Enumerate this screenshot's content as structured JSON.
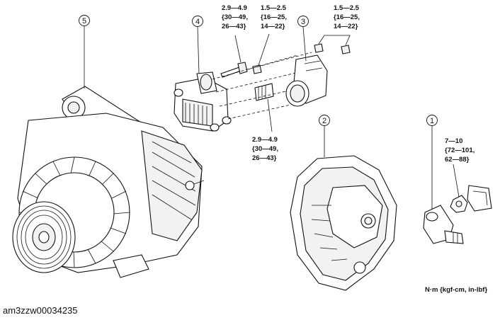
{
  "callouts": [
    {
      "num": "1"
    },
    {
      "num": "2"
    },
    {
      "num": "3"
    },
    {
      "num": "4"
    },
    {
      "num": "5"
    }
  ],
  "torques": {
    "a": [
      "2.9—4.9",
      "{30—49,",
      "26—43}"
    ],
    "b": [
      "1.5—2.5",
      "{16—25,",
      "14—22}"
    ],
    "c": [
      "1.5—2.5",
      "{16—25,",
      "14—22}"
    ],
    "d": [
      "2.9—4.9",
      "{30—49,",
      "26—43}"
    ],
    "e": [
      "7—10",
      "{72—101,",
      "62—88}"
    ]
  },
  "units_label": "N·m {kgf-cm, in-lbf}",
  "image_id": "am3zzw00034235"
}
